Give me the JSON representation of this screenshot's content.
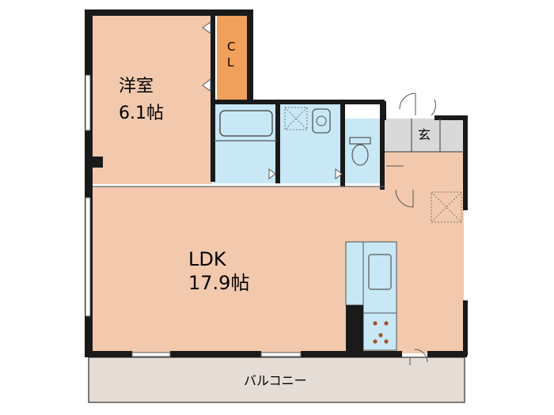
{
  "rooms": {
    "western_room": {
      "name": "洋室",
      "size": "6.1帖"
    },
    "closet": {
      "line1": "C",
      "line2": "L"
    },
    "entrance": {
      "label": "玄"
    },
    "ldk": {
      "name": "LDK",
      "size": "17.9帖"
    },
    "balcony": {
      "label": "バルコニー"
    }
  },
  "colors": {
    "room_floor": "#f2c9ad",
    "closet": "#f0a05a",
    "wet_area": "#c8e8f6",
    "entrance_floor": "#d9d9d9",
    "balcony": "#e6dcd6",
    "wall": "#1a1a1a"
  }
}
